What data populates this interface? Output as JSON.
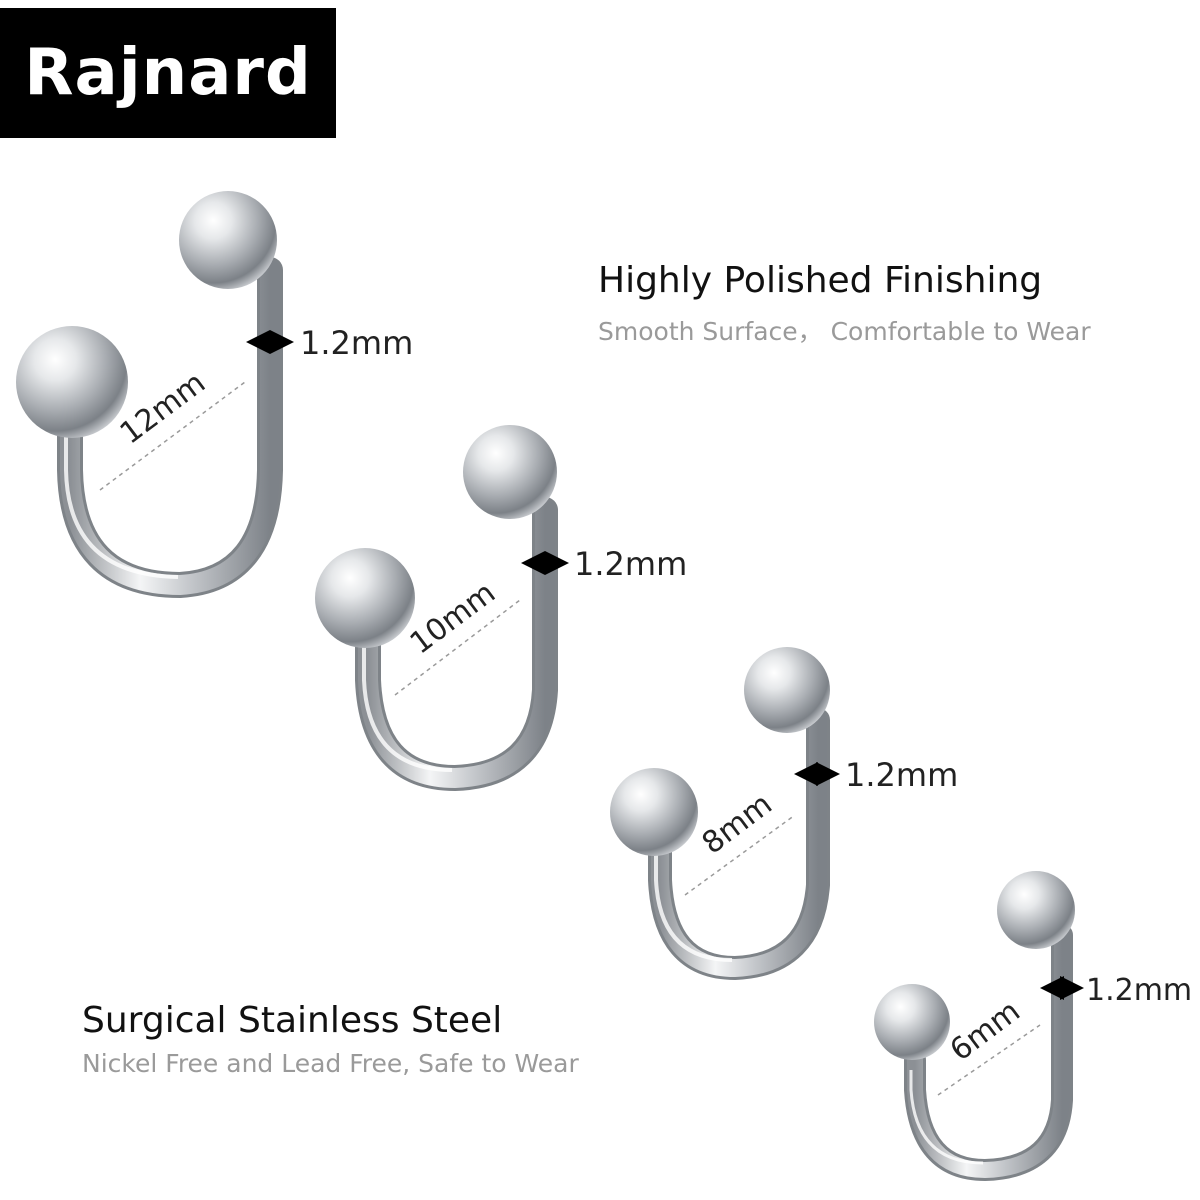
{
  "brand": {
    "name": "Rajnard"
  },
  "features": [
    {
      "title": "Highly Polished Finishing",
      "subtitle": "Smooth Surface， Comfortable to Wear"
    },
    {
      "title": "Surgical Stainless Steel",
      "subtitle": "Nickel Free and Lead Free, Safe to Wear"
    }
  ],
  "rings": [
    {
      "diameter_label": "12mm",
      "thickness_label": "1.2mm"
    },
    {
      "diameter_label": "10mm",
      "thickness_label": "1.2mm"
    },
    {
      "diameter_label": "8mm",
      "thickness_label": "1.2mm"
    },
    {
      "diameter_label": "6mm",
      "thickness_label": "1.2mm"
    }
  ],
  "colors": {
    "brand_bg": "#000000",
    "brand_text": "#ffffff",
    "steel": "#b9bcc0"
  }
}
